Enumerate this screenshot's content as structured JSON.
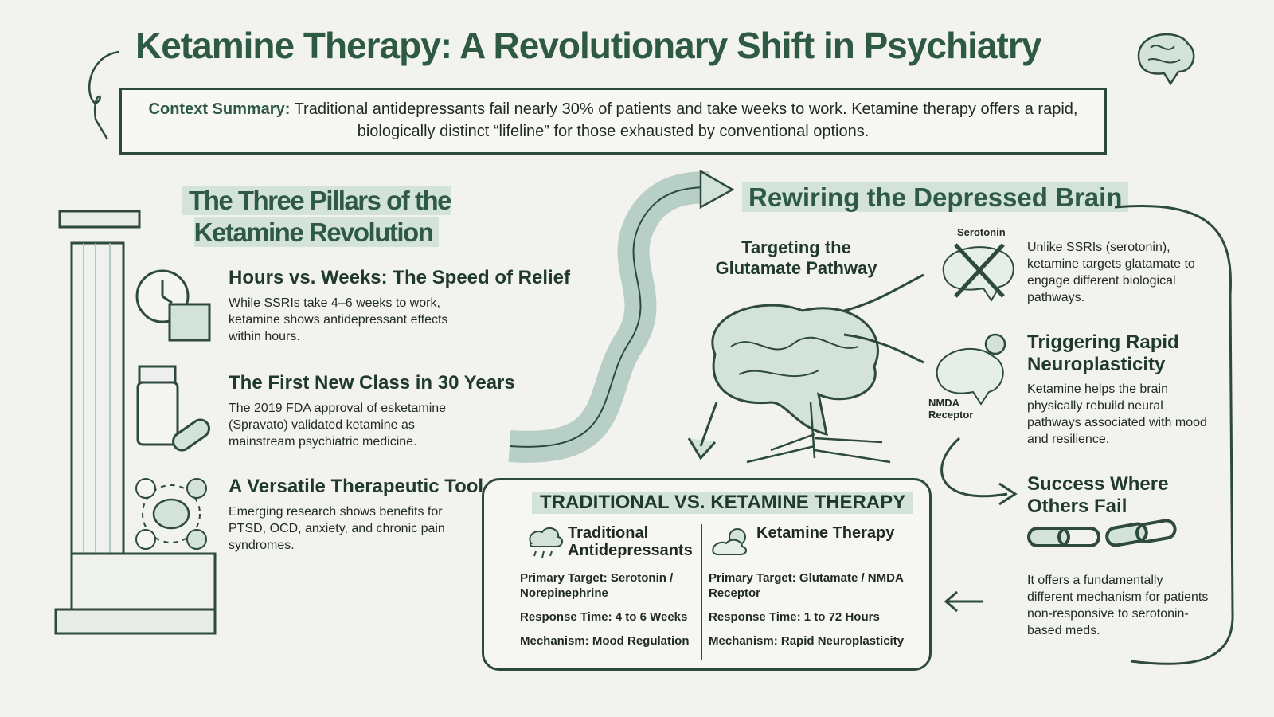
{
  "title": "Ketamine Therapy: A Revolutionary Shift in Psychiatry",
  "summary": {
    "label": "Context Summary:",
    "text": "Traditional antidepressants fail nearly 30% of patients and take weeks to work. Ketamine therapy offers a rapid, biologically distinct “lifeline” for those exhausted by conventional options."
  },
  "pillars": {
    "heading": "The Three Pillars of the Ketamine Revolution",
    "items": [
      {
        "icon": "clock-calendar-icon",
        "title": "Hours vs. Weeks: The Speed of Relief",
        "text": "While SSRIs take 4–6 weeks to work, ketamine shows antidepressant effects within hours."
      },
      {
        "icon": "pill-bottle-icon",
        "title": "The First New Class in 30 Years",
        "text": "The 2019 FDA approval of esketamine (Spravato) validated ketamine as mainstream psychiatric medicine."
      },
      {
        "icon": "brain-cycle-icon",
        "title": "A Versatile Therapeutic Tool",
        "text": "Emerging research shows benefits for PTSD, OCD, anxiety, and chronic pain syndromes."
      }
    ]
  },
  "brain": {
    "heading": "Rewiring the Depressed Brain",
    "center_label": "Targeting the Glutamate Pathway",
    "serotonin_label": "Serotonin",
    "nmda_label": "NMDA Receptor",
    "items": [
      {
        "title": "",
        "text": "Unlike SSRIs (serotonin), ketamine targets glatamate to engage different biological pathways."
      },
      {
        "title": "Triggering Rapid Neuroplasticity",
        "text": "Ketamine helps the brain physically rebuild neural pathways associated with mood and resilience."
      },
      {
        "title": "Success Where Others Fail",
        "text": "It offers a fundamentally different mechanism for patients non-responsive to serotonin-based meds."
      }
    ]
  },
  "comparison": {
    "heading": "TRADITIONAL VS. KETAMINE THERAPY",
    "columns": [
      {
        "icon": "rain-cloud-icon",
        "header": "Traditional Antidepressants",
        "rows": [
          "Primary Target: Serotonin / Norepinephrine",
          "Response Time: 4 to 6 Weeks",
          "Mechanism: Mood Regulation"
        ]
      },
      {
        "icon": "sun-cloud-icon",
        "header": "Ketamine Therapy",
        "rows": [
          "Primary Target: Glutamate / NMDA Receptor",
          "Response Time: 1 to 72 Hours",
          "Mechanism: Rapid Neuroplasticity"
        ]
      }
    ]
  },
  "colors": {
    "heading": "#2e5a43",
    "highlight": "#d3e3dc",
    "ink": "#1f2a24"
  }
}
